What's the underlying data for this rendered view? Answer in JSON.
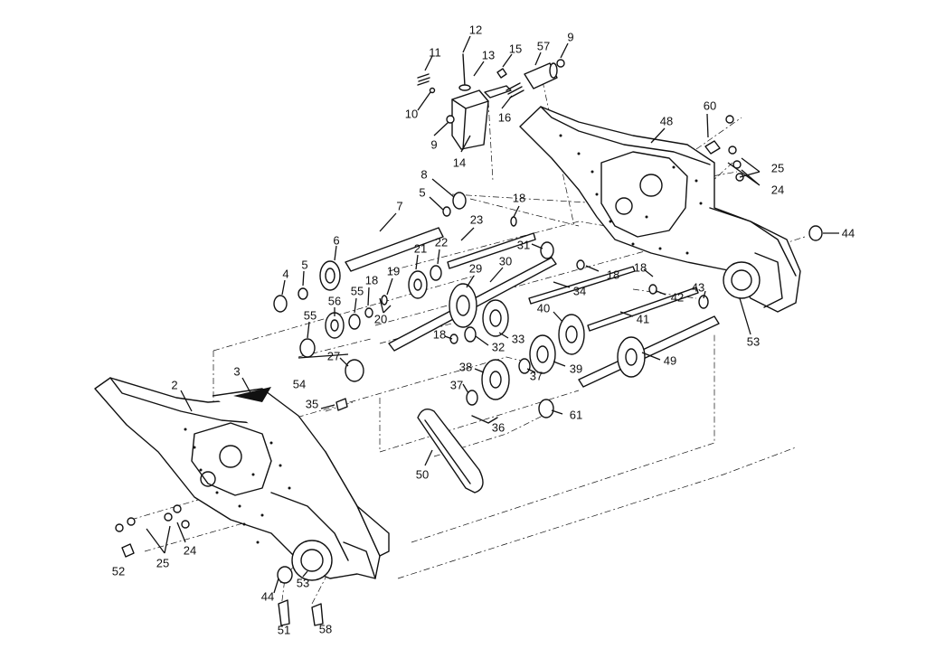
{
  "callouts": {
    "c12": "12",
    "c11": "11",
    "c13": "13",
    "c15": "15",
    "c57": "57",
    "c9a": "9",
    "c10": "10",
    "c9b": "9",
    "c14": "14",
    "c16": "16",
    "c48": "48",
    "c60": "60",
    "c25a": "25",
    "c24a": "24",
    "c8": "8",
    "c5a": "5",
    "c7": "7",
    "c18a": "18",
    "c23": "23",
    "c44a": "44",
    "c6": "6",
    "c21": "21",
    "c22": "22",
    "c31": "31",
    "c4": "4",
    "c5b": "5",
    "c18b": "18",
    "c19": "19",
    "c30": "30",
    "c29": "29",
    "c18c": "18",
    "c18d": "18",
    "c34": "34",
    "c42": "42",
    "c43": "43",
    "c56": "56",
    "c55a": "55",
    "c55b": "55",
    "c20": "20",
    "c40": "40",
    "c41": "41",
    "c53a": "53",
    "c18e": "18",
    "c33": "33",
    "c32": "32",
    "c49": "49",
    "c27": "27",
    "c54": "54",
    "c38": "38",
    "c37a": "37",
    "c37b": "37",
    "c39": "39",
    "c2": "2",
    "c3": "3",
    "c35": "35",
    "c36": "36",
    "c61": "61",
    "c50": "50",
    "c24b": "24",
    "c25b": "25",
    "c52": "52",
    "c44b": "44",
    "c53b": "53",
    "c51": "51",
    "c58": "58"
  }
}
